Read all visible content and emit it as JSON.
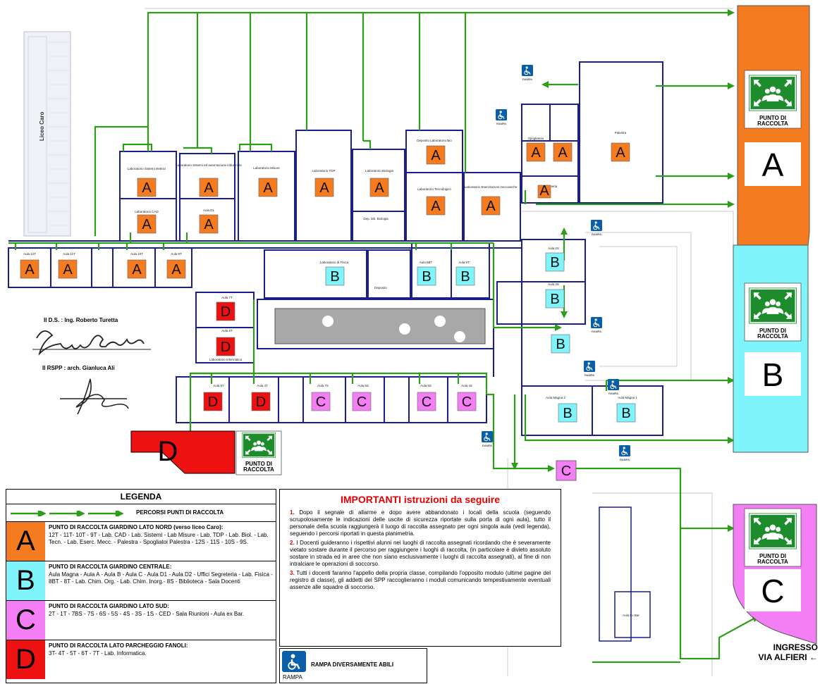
{
  "plan": {
    "school_neighbor_label": "Liceo Caro",
    "rooms": [
      "Laboratorio Sistemi elettrici",
      "Laboratorio Sistemi ed automazione industriale",
      "Laboratorio Misure",
      "Laboratorio TDP",
      "Laboratorio Biologia",
      "Deposito Laboratorio Bio",
      "Laboratorio Tecnologico",
      "Laboratorio Esercitazioni meccaniche",
      "Laboratorio CAD",
      "Aula D1",
      "Dep. lab. Biologia",
      "Palestra",
      "Spogliatoio",
      "Infermeria",
      "Laboratorio di Fisica",
      "Deposito",
      "Aula 12T",
      "Aula 11T",
      "Aula 10T",
      "Aula 9T",
      "Aula 8BT",
      "Aula 8T",
      "Aula 2S",
      "Aula 3S",
      "Aula 7T",
      "Aula 6T",
      "Laboratorio Informatica",
      "Aula 5T",
      "Aula 4T",
      "Aula 7S",
      "Aula 6S",
      "Aula 5S",
      "Aula 4S",
      "Aula Magna 2",
      "Aula Magna 1",
      "Aula Ex Bar"
    ],
    "markers": {
      "A": [
        "A",
        "A",
        "A",
        "A",
        "A",
        "A",
        "A",
        "A",
        "A",
        "A",
        "A",
        "A",
        "A",
        "A",
        "A",
        "A",
        "A",
        "A"
      ],
      "B": [
        "B",
        "B",
        "B",
        "B",
        "B",
        "B",
        "B",
        "B"
      ],
      "C": [
        "C",
        "C",
        "C",
        "C",
        "C"
      ],
      "D": [
        "D",
        "D",
        "D",
        "D"
      ]
    },
    "ramp_label": "RAMPA",
    "collection_point_label_line1": "PUNTO DI",
    "collection_point_label_line2": "RACCOLTA",
    "zones": {
      "A": "A",
      "B": "B",
      "C": "C",
      "D": "D"
    }
  },
  "colors": {
    "A": "#f47b20",
    "B": "#7ff5fb",
    "C": "#f47ef4",
    "D": "#ee1111",
    "route": "#2e9d1a",
    "walls": "#1a1f8c",
    "safe_sign": "#1d8c2c"
  },
  "signature": {
    "ds_label": "Il D.S. : Ing. Roberto Turetta",
    "rspp_label": "Il RSPP : arch. Gianluca Ali"
  },
  "legend": {
    "title": "LEGENDA",
    "route_label": "PERCORSI PUNTI DI RACCOLTA",
    "zones": [
      {
        "letter": "A",
        "title": "PUNTO DI RACCOLTA GIARDINO LATO NORD (verso liceo Caro):",
        "desc": "12T - 11T- 10T - 9T - Lab. CAD - Lab. Sistemi - Lab Misure - Lab. TDP - Lab. Biol. - Lab. Tecn. - Lab. Eserc. Mecc. - Palestra - Spogliatoi Palestra - 12S - 11S - 10S - 9S."
      },
      {
        "letter": "B",
        "title": "PUNTO DI RACCOLTA GIARDINO CENTRALE:",
        "desc": "Aula Magna - Aula A - Aula B - Aula C - Aula D1 - Aula D2 - Uffici Segreteria - Lab. Fisica - 8BT - 8T - Lab. Chim. Org. - Lab. Chim. Inorg.- 8S - Biblioteca - Sala Docenti"
      },
      {
        "letter": "C",
        "title": "PUNTO DI RACCOLTA GIARDINO LATO SUD:",
        "desc": "2T - 1T - 7BS - 7S - 6S - 5S - 4S - 3S - 1S - CED - Sala Riunioni - Aula ex Bar."
      },
      {
        "letter": "D",
        "title": "PUNTO DI RACCOLTA LATO PARCHEGGIO FANOLI:",
        "desc": "3T- 4T - 5T - 6T - 7T - Lab. Informatica."
      }
    ]
  },
  "instructions": {
    "title": "IMPORTANTI istruzioni da seguire",
    "items": [
      {
        "num": "1.",
        "text": "Dopo il segnale di allarme e dopo avere abbandonato i locali della scuola (seguendo scrupolosamente le indicazioni delle uscite di sicurezza riportate sulla porta di ogni aula), tutto il personale della scuola raggiungerà il luogo di raccolta assegnato per ogni singola aula (vedi legenda), seguendo i percorsi riportati in questa planimetria."
      },
      {
        "num": "2.",
        "text": "I Docenti guideranno i rispettivi alunni nei luoghi di raccolta assegnati ricordando che è severamente vietato sostare durante il percorso per raggiungere i luoghi di raccolta, (in particolare è divieto assoluto sostare in strada ed in aree che non siano esclusivamente i luoghi di raccolta assegnati), al fine di non intralciare le operazioni di soccorso."
      },
      {
        "num": "3.",
        "text": "Tutti i docenti faranno l'appello della propria classe, compilando l'opposito modulo (ultime pagine del registro di classe), gli addetti del SPP raccoglieranno i moduli comunicando tempestivamente eventuali assenze alle squadre di soccorso."
      }
    ]
  },
  "ramp_legend": {
    "icon_label": "RAMPA",
    "label": "RAMPA DIVERSAMENTE ABILI"
  },
  "entrance": {
    "line1": "INGRESSO",
    "line2": "VIA ALFIERI"
  }
}
